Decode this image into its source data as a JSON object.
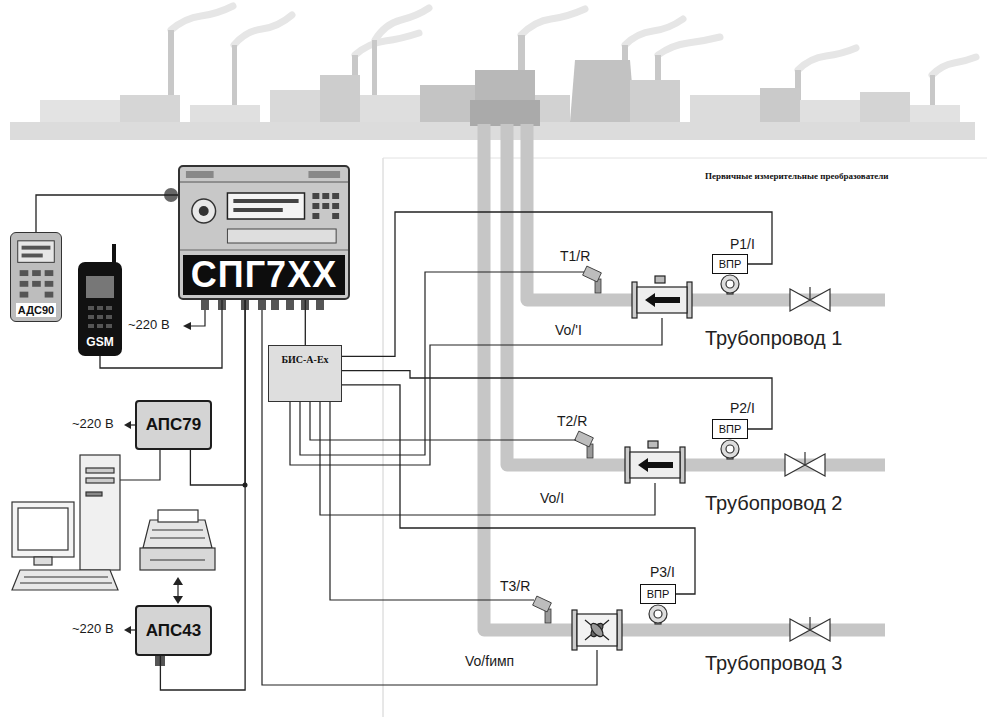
{
  "diagram": {
    "nodes": [
      {
        "text": [
          "СПГ7XX"
        ]
      },
      {
        "text": [
          "АДС90"
        ]
      },
      {
        "text": [
          "GSM"
        ]
      },
      {
        "text": [
          "БИС-А-Ex"
        ]
      },
      {
        "text": [
          "АПС79"
        ]
      },
      {
        "text": [
          "АПС43"
        ]
      },
      {
        "text": [
          "ВПР"
        ]
      },
      {
        "text": [
          "ВПР"
        ]
      },
      {
        "text": [
          "ВПР"
        ]
      }
    ],
    "edges": [
      {
        "from": 1,
        "to": 0,
        "arrow": "none"
      },
      {
        "from": 0,
        "to": 2,
        "arrow": "none"
      },
      {
        "from": 0,
        "to": 4,
        "arrow": "none"
      },
      {
        "from": 0,
        "to": 5,
        "arrow": "none"
      },
      {
        "from": 0,
        "to": 3,
        "arrow": "none"
      },
      {
        "from": 3,
        "to": 6,
        "arrow": "none"
      },
      {
        "from": 3,
        "to": 7,
        "arrow": "none"
      },
      {
        "from": 3,
        "to": 8,
        "arrow": "none"
      }
    ],
    "labels": [
      "Первичные измерительные преобразователи",
      "~220 В",
      "~220 В",
      "~220 В",
      "P1/I",
      "T1/R",
      "Vo/'I",
      "Трубопровод 1",
      "P2/I",
      "T2/R",
      "Vo/I",
      "Трубопровод 2",
      "P3/I",
      "T3/R",
      "Vo/fимп",
      "Трубопровод 3"
    ]
  }
}
